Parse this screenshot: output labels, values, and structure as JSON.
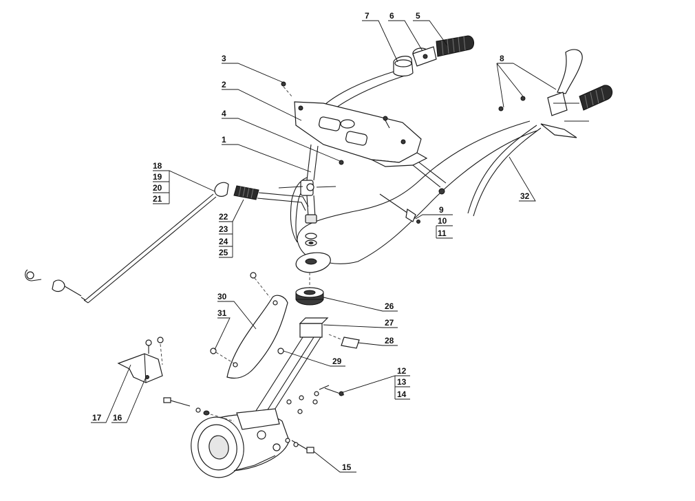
{
  "labels": {
    "p1": "1",
    "p2": "2",
    "p3": "3",
    "p4": "4",
    "p5": "5",
    "p6": "6",
    "p7": "7",
    "p8": "8",
    "p9": "9",
    "p10": "10",
    "p11": "11",
    "p12": "12",
    "p13": "13",
    "p14": "14",
    "p15": "15",
    "p16": "16",
    "p17": "17",
    "p18": "18",
    "p19": "19",
    "p20": "20",
    "p21": "21",
    "p22": "22",
    "p23": "23",
    "p24": "24",
    "p25": "25",
    "p26": "26",
    "p27": "27",
    "p28": "28",
    "p29": "29",
    "p30": "30",
    "p31": "31",
    "p32": "32"
  }
}
